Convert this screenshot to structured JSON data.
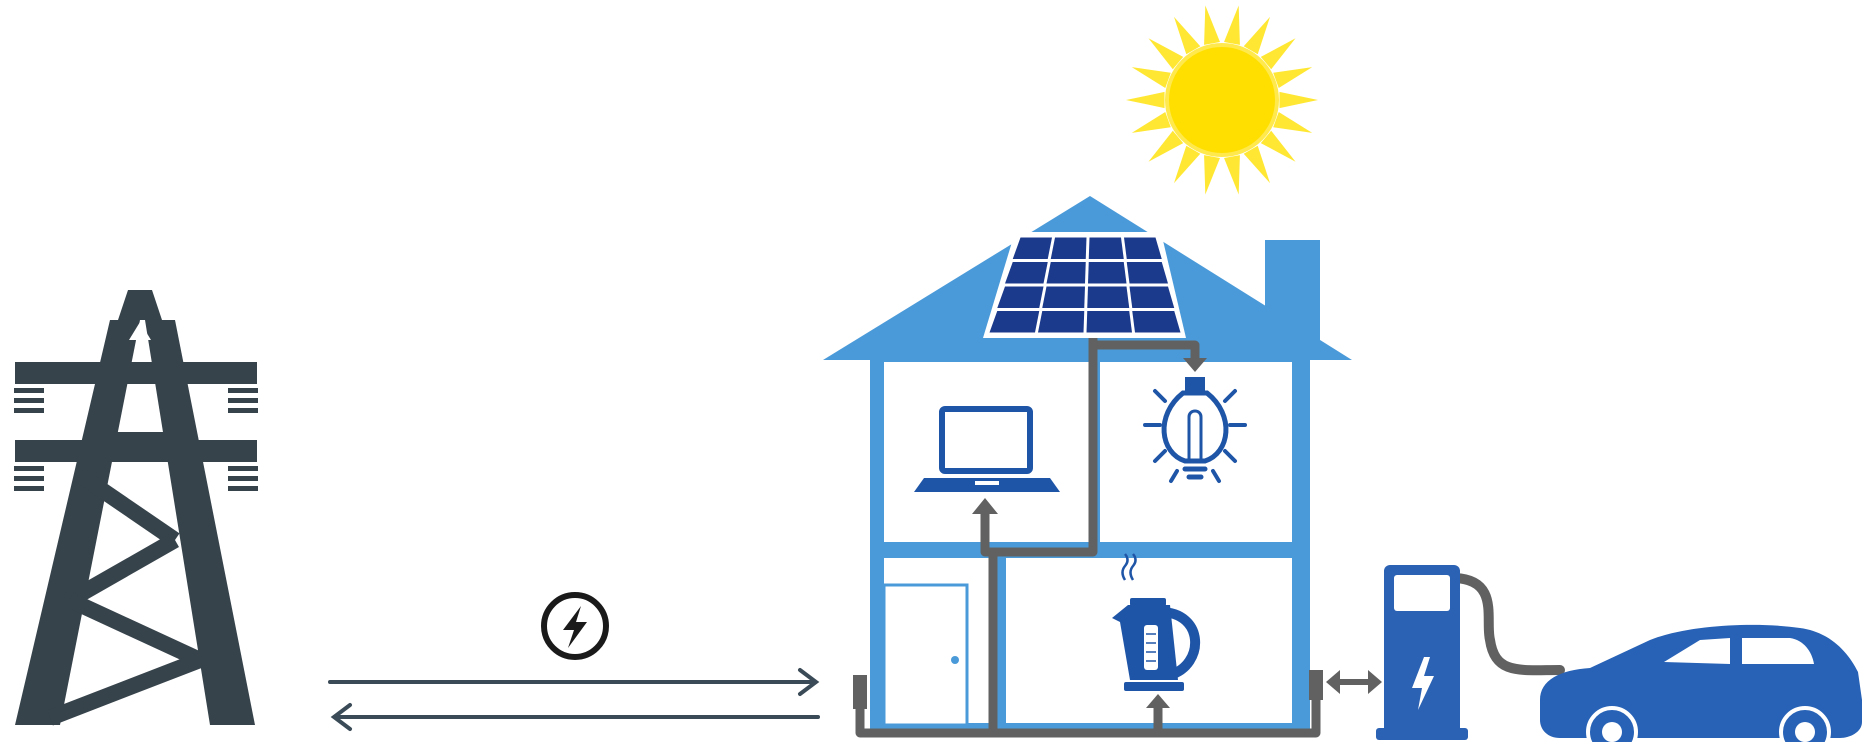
{
  "diagram": {
    "elements": [
      {
        "id": "sun",
        "icon": "sun-icon"
      },
      {
        "id": "transmission-tower",
        "icon": "pylon-icon"
      },
      {
        "id": "grid-exchange",
        "icon": "lightning-circle-icon",
        "arrows": [
          "import",
          "export"
        ]
      },
      {
        "id": "house",
        "icon": "house-icon",
        "rooms": [
          "office",
          "lighting",
          "entrance",
          "kitchen"
        ]
      },
      {
        "id": "solar-panel",
        "icon": "solar-panel-icon"
      },
      {
        "id": "laptop",
        "icon": "laptop-icon"
      },
      {
        "id": "light-bulb",
        "icon": "light-bulb-icon"
      },
      {
        "id": "kettle",
        "icon": "kettle-icon"
      },
      {
        "id": "charging-station",
        "icon": "ev-charger-icon"
      },
      {
        "id": "electric-car",
        "icon": "car-icon"
      }
    ]
  },
  "colors": {
    "house": "#4a9ad9",
    "wall": "#ffffff",
    "pipe": "#616161",
    "appliance": "#1f55a7",
    "panel": "#1c3a8c",
    "tower": "#37434b",
    "sun_core": "#ffe400",
    "sun_rays": "#ffe733",
    "arrow": "#3a4a56",
    "charger": "#2c62b3",
    "car": "#2762b6"
  }
}
